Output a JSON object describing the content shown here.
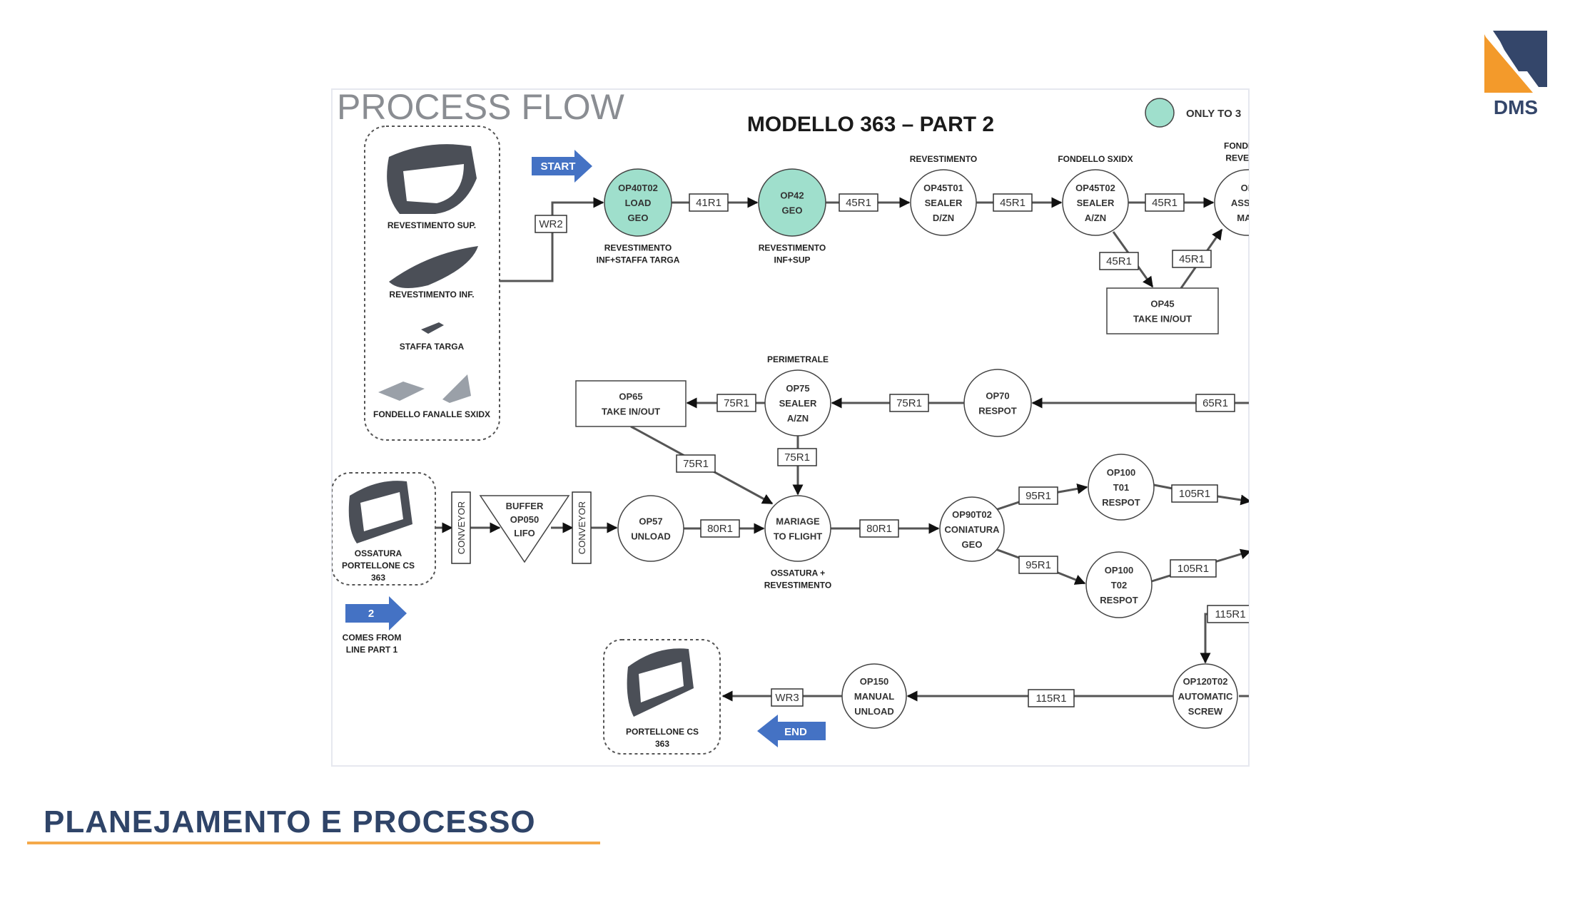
{
  "slide": {
    "footer_title": "PLANEJAMENTO E PROCESSO",
    "logo_text": "DMS",
    "colors": {
      "navy": "#2f4468",
      "orange": "#f5a94a",
      "station_green": "#9fdfcc",
      "arrow_blue": "#4472c4"
    }
  },
  "diagram": {
    "heading": "PROCESS FLOW",
    "title": "MODELLO 363 – PART 2",
    "legend": {
      "label": "ONLY TO 3",
      "icon": "green-circle"
    },
    "start_label": "START",
    "end_label": "END",
    "incoming_label": "2",
    "incoming_caption": [
      "COMES FROM",
      "LINE PART 1"
    ],
    "parts_group_1": [
      "REVESTIMENTO SUP.",
      "REVESTIMENTO INF.",
      "STAFFA TARGA",
      "FONDELLO FANALLE SXIDX"
    ],
    "parts_group_2": [
      "OSSATURA",
      "PORTELLONE CS",
      "363"
    ],
    "parts_group_3": [
      "PORTELLONE CS",
      "363"
    ],
    "nodes": [
      {
        "id": "op40t02",
        "lines": [
          "OP40T02",
          "LOAD",
          "GEO"
        ],
        "green": true,
        "caption": [
          "REVESTIMENTO",
          "INF+STAFFA TARGA"
        ]
      },
      {
        "id": "op42",
        "lines": [
          "OP42",
          "GEO"
        ],
        "green": true,
        "caption": [
          "REVESTIMENTO",
          "INF+SUP"
        ]
      },
      {
        "id": "op45t01",
        "lines": [
          "OP45T01",
          "SEALER",
          "D/ZN"
        ],
        "top": [
          "REVESTIMENTO"
        ]
      },
      {
        "id": "op45t02",
        "lines": [
          "OP45T02",
          "SEALER",
          "A/ZN"
        ],
        "top": [
          "FONDELLO SXIDX"
        ]
      },
      {
        "id": "op_assem",
        "lines": [
          "OP",
          "ASSEM",
          "MAR"
        ],
        "top": [
          "FONDELLO",
          "REVESTIM"
        ]
      },
      {
        "id": "op45box",
        "lines": [
          "OP45",
          "TAKE IN/OUT"
        ],
        "box": true
      },
      {
        "id": "op70",
        "lines": [
          "OP70",
          "RESPOT"
        ]
      },
      {
        "id": "op75",
        "lines": [
          "OP75",
          "SEALER",
          "A/ZN"
        ],
        "top": [
          "PERIMETRALE"
        ]
      },
      {
        "id": "op65box",
        "lines": [
          "OP65",
          "TAKE IN/OUT"
        ],
        "box": true
      },
      {
        "id": "op57",
        "lines": [
          "OP57",
          "UNLOAD"
        ]
      },
      {
        "id": "mariage",
        "lines": [
          "MARIAGE",
          "TO FLIGHT"
        ],
        "caption": [
          "OSSATURA +",
          "REVESTIMENTO"
        ]
      },
      {
        "id": "op90t02",
        "lines": [
          "OP90T02",
          "CONIATURA",
          "GEO"
        ]
      },
      {
        "id": "op100t01",
        "lines": [
          "OP100",
          "T01",
          "RESPOT"
        ]
      },
      {
        "id": "op100t02",
        "lines": [
          "OP100",
          "T02",
          "RESPOT"
        ]
      },
      {
        "id": "op120t02",
        "lines": [
          "OP120T02",
          "AUTOMATIC",
          "SCREW"
        ]
      },
      {
        "id": "op150",
        "lines": [
          "OP150",
          "MANUAL",
          "UNLOAD"
        ]
      },
      {
        "id": "buffer",
        "lines": [
          "BUFFER",
          "OP050",
          "LIFO"
        ],
        "triangle": true
      }
    ],
    "conveyor_label": "CONVEYOR",
    "edge_labels": [
      "WR2",
      "41R1",
      "45R1",
      "45R1",
      "45R1",
      "45R1",
      "45R1",
      "65R1",
      "75R1",
      "75R1",
      "75R1",
      "75R1",
      "80R1",
      "80R1",
      "95R1",
      "95R1",
      "105R1",
      "105R1",
      "115R1",
      "115R1",
      "WR3"
    ]
  }
}
